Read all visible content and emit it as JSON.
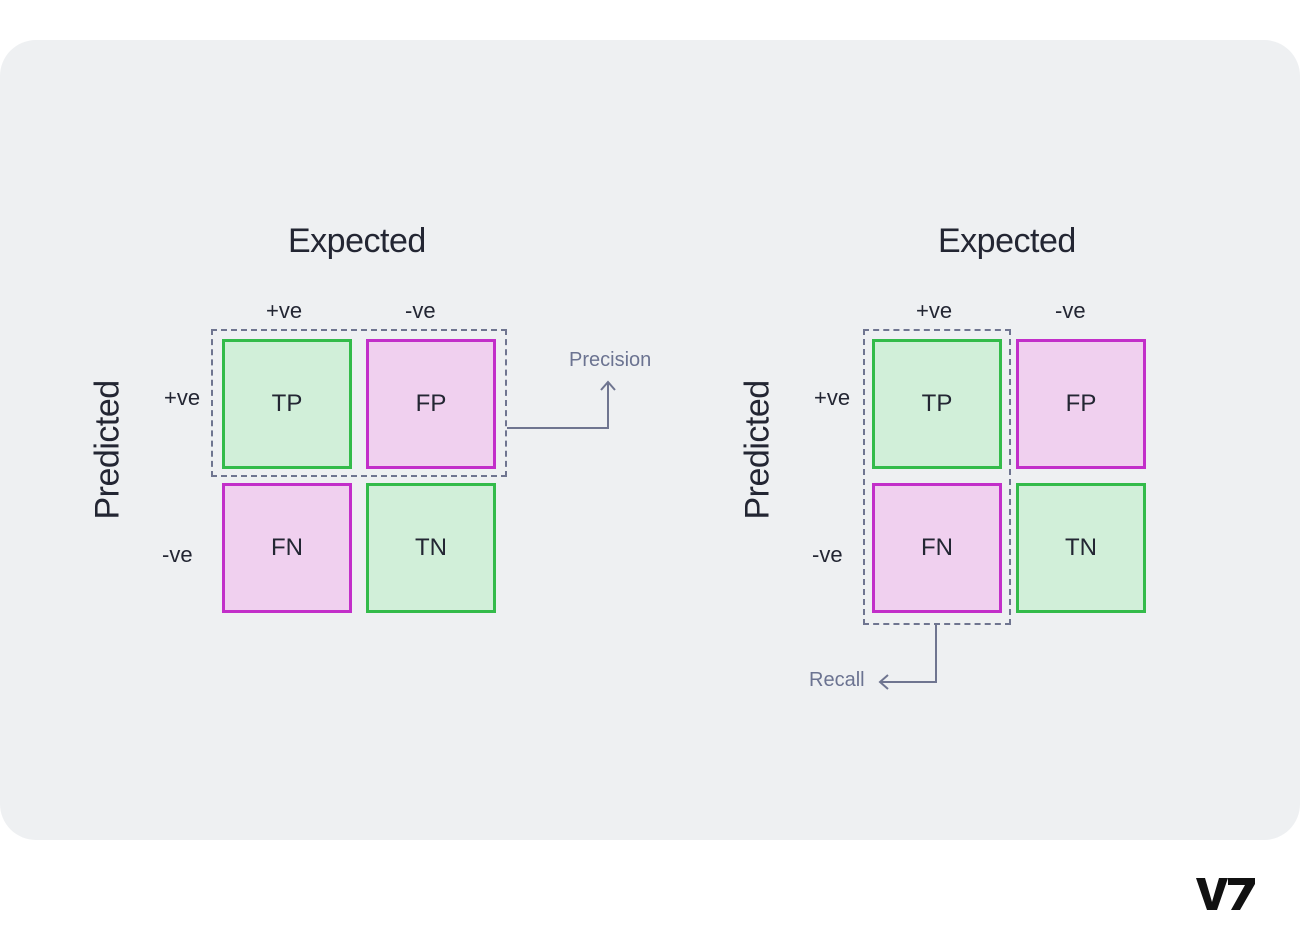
{
  "brand": {
    "logo_text": "V7"
  },
  "colors": {
    "panel_bg": "#eef0f2",
    "correct_fill": "#d1efd9",
    "correct_border": "#33bb4a",
    "error_fill": "#f0d0ef",
    "error_border": "#c22fc9",
    "dash": "#6f7590",
    "metric_text": "#6b7391"
  },
  "matrices": [
    {
      "title": "Expected",
      "axis_label": "Predicted",
      "col_labels": [
        "+ve",
        "-ve"
      ],
      "row_labels": [
        "+ve",
        "-ve"
      ],
      "cells": [
        "TP",
        "FP",
        "FN",
        "TN"
      ],
      "highlight": "top-row",
      "metric": "Precision"
    },
    {
      "title": "Expected",
      "axis_label": "Predicted",
      "col_labels": [
        "+ve",
        "-ve"
      ],
      "row_labels": [
        "+ve",
        "-ve"
      ],
      "cells": [
        "TP",
        "FP",
        "FN",
        "TN"
      ],
      "highlight": "left-column",
      "metric": "Recall"
    }
  ]
}
